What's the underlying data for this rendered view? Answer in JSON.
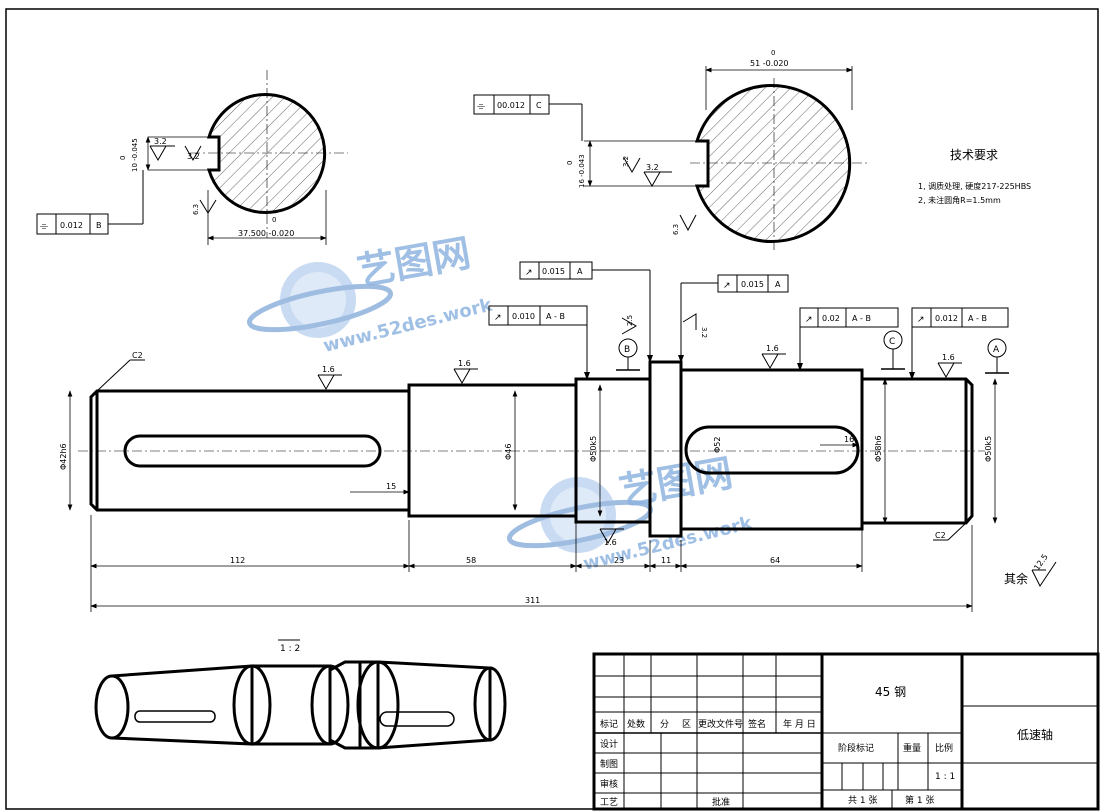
{
  "tech_req": {
    "title": "技术要求",
    "line1": "1, 调质处理, 硬度217-225HBS",
    "line2": "2, 未注圆角R=1.5mm"
  },
  "section_left": {
    "dia_tol_top": "0",
    "dia": "37.500 -0.020",
    "key_tol_top": "0",
    "key_width": "10 -0.045",
    "rough_a": "3.2",
    "rough_b": "3.2",
    "rough_c": "6.3",
    "gtol_symbol": "⌯",
    "gtol_value": "0.012",
    "gtol_datum": "B"
  },
  "section_right": {
    "dia_tol_top": "0",
    "dia": "51 -0.020",
    "key_tol_top": "0",
    "key_width": "16 -0.043",
    "rough_a": "3.2",
    "rough_b": "3.2",
    "rough_c": "6.3",
    "gtol_symbol": "⌯",
    "gtol_value": "00.012",
    "gtol_datum": "C"
  },
  "fcf": [
    {
      "sym": "↗",
      "val": "0.015",
      "datum": "A"
    },
    {
      "sym": "↗",
      "val": "0.015",
      "datum": "A"
    },
    {
      "sym": "↗",
      "val": "0.010",
      "datum": "A - B"
    },
    {
      "sym": "↗",
      "val": "0.02",
      "datum": "A - B"
    },
    {
      "sym": "↗",
      "val": "0.012",
      "datum": "A - B"
    }
  ],
  "datums": [
    "B",
    "C",
    "A"
  ],
  "roughness": [
    "1.6",
    "1.6",
    "2.5",
    "3.2",
    "1.6",
    "1.6",
    "1.6",
    "3.2"
  ],
  "chamfers": [
    "C2",
    "C2"
  ],
  "diameters": [
    "Φ42h6",
    "Φ46",
    "Φ50k5",
    "Φ52",
    "Φ58h6",
    "Φ50k5"
  ],
  "dims": {
    "d112": "112",
    "d58": "58",
    "d23": "23",
    "d11": "11",
    "d64": "64",
    "d311": "311",
    "d15": "15",
    "d16": "16"
  },
  "rest_rough": {
    "label": "其余",
    "value": "12.5"
  },
  "iso_scale": "1 : 2",
  "watermark": {
    "name": "艺图网",
    "url": "www.52des.work"
  },
  "title_block": {
    "material": "45 钢",
    "part_name": "低速轴",
    "h_mark": "标记",
    "h_count": "处数",
    "h_zone1": "分",
    "h_zone2": "区",
    "h_change": "更改文件号",
    "h_sign": "签名",
    "h_date": "年 月 日",
    "design": "设计",
    "drawing": "制图",
    "review": "审核",
    "process": "工艺",
    "approve": "批准",
    "stage_mark": "阶段标记",
    "weight": "重量",
    "scale": "比例",
    "scale_value": "1 : 1",
    "total": "共 1 张",
    "sheet": "第 1 张"
  }
}
